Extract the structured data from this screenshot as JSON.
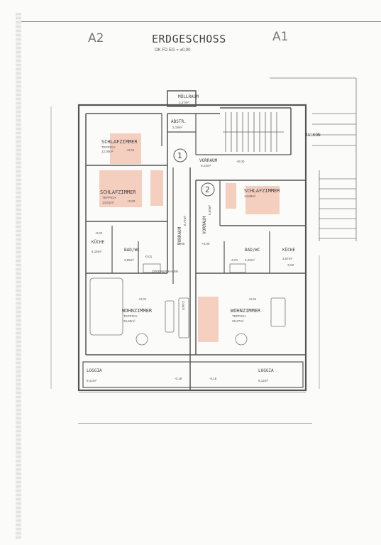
{
  "header": {
    "unit_left": "A2",
    "unit_right": "A1",
    "title": "ERDGESCHOSS",
    "subtitle": "OK FD EG = ±0,00"
  },
  "rooms": {
    "muellraum": {
      "name": "MÜLLRAUM",
      "area": "2,27m²"
    },
    "abstr": {
      "name": "ABSTR.",
      "area": "2,19m²"
    },
    "balkon": {
      "name": "BALKON"
    },
    "schlaf_a2_1": {
      "name": "SCHLAFZIMMER",
      "floor": "TEPPICH",
      "area": "12,00m²",
      "level": "+0,01"
    },
    "schlaf_a2_2": {
      "name": "SCHLAFZIMMER",
      "floor": "TEPPICH",
      "area": "14,61m²",
      "level": "+0,00"
    },
    "vorraum_main": {
      "name": "VORRAUM",
      "area": "9,23m²",
      "level": "+0,00"
    },
    "schlaf_a1": {
      "name": "SCHLAFZIMMER",
      "area": "14,69m²"
    },
    "kueche_a2": {
      "name": "KÜCHE",
      "area": "6,16m²",
      "level": "-0,02"
    },
    "bad_a2": {
      "name": "BAD/WC",
      "area": "3,85m²",
      "level": "-0,01"
    },
    "vorraum_a2": {
      "name": "VORRAUM",
      "area": "6,77m²",
      "level": "+0,00"
    },
    "vorraum_a1": {
      "name": "VORRAUM",
      "area": "6,69m²",
      "level": "+0,00"
    },
    "bad_a1": {
      "name": "BAD/WC",
      "area": "3,43m²",
      "level": "-0,01"
    },
    "kueche_a1": {
      "name": "KÜCHE",
      "area": "3,57m²",
      "level": "-0,02"
    },
    "wohn_a2": {
      "name": "WOHNZIMMER",
      "floor": "TEPPICH",
      "area": "25,93m²",
      "level": "+0,01"
    },
    "wohn_a1": {
      "name": "WOHNZIMMER",
      "floor": "TEPPICH",
      "area": "26,27m²",
      "level": "+0,01"
    },
    "loggia_a2": {
      "name": "LOGGIA",
      "area": "9,14m²",
      "level": "-0,18"
    },
    "loggia_a1": {
      "name": "LOGGIA",
      "area": "9,12m²",
      "level": "-0,18"
    }
  },
  "markers": {
    "one": "1",
    "two": "2"
  },
  "misc": {
    "kamin": "OFFENER KAMIN",
    "couch": "Couch"
  }
}
